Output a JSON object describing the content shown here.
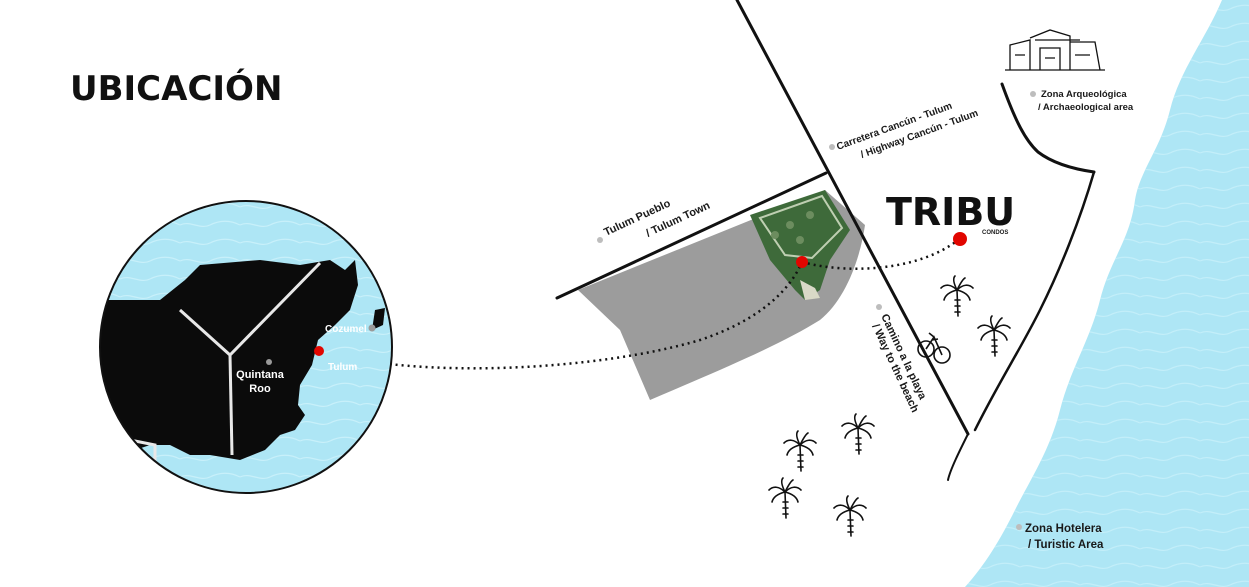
{
  "page": {
    "title": "UBICACIÓN"
  },
  "brand": {
    "name": "TRIBU",
    "sub": "CONDOS"
  },
  "inset_map": {
    "region_label_line1": "Quintana",
    "region_label_line2": "Roo",
    "cozumel": "Cozumel",
    "tulum": "Tulum"
  },
  "labels": {
    "tulum_town_line1": "Tulum Pueblo",
    "tulum_town_line2": "/ Tulum Town",
    "highway_line1": "Carretera Cancún - Tulum",
    "highway_line2": "/ Highway Cancún - Tulum",
    "archaeo_line1": "Zona Arqueológica",
    "archaeo_line2": "/ Archaeological area",
    "beach_road_line1": "Camino a la playa",
    "beach_road_line2": "/ Way to the beach",
    "hotel_zone_line1": "Zona Hotelera",
    "hotel_zone_line2": "/ Turistic Area"
  },
  "colors": {
    "sea": "#aee6f5",
    "land_dark": "#0b0b0b",
    "development_zone": "#9c9c9c",
    "marker": "#e10600",
    "site_green": "#3e6a3a"
  },
  "icons": [
    "palm-tree-icon",
    "bicycle-icon",
    "ruins-icon",
    "location-marker-icon"
  ]
}
